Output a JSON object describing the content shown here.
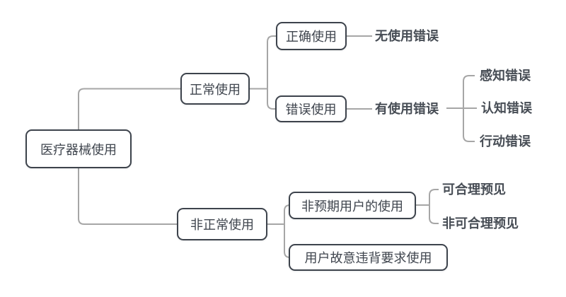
{
  "diagram": {
    "type": "mindmap-tree",
    "colors": {
      "box_border": "#3d434c",
      "box_fill": "#ffffff",
      "text": "#3f454e",
      "line": "#a6a6a6",
      "background": "#ffffff"
    },
    "tree": {
      "label": "医疗器械使用",
      "children": [
        {
          "label": "正常使用",
          "children": [
            {
              "label": "正确使用",
              "children": [
                {
                  "label": "无使用错误",
                  "children": []
                }
              ]
            },
            {
              "label": "错误使用",
              "children": [
                {
                  "label": "有使用错误",
                  "children": [
                    {
                      "label": "感知错误",
                      "children": []
                    },
                    {
                      "label": "认知错误",
                      "children": []
                    },
                    {
                      "label": "行动错误",
                      "children": []
                    }
                  ]
                }
              ]
            }
          ]
        },
        {
          "label": "非正常使用",
          "children": [
            {
              "label": "非预期用户的使用",
              "children": [
                {
                  "label": "可合理预见",
                  "children": []
                },
                {
                  "label": "非可合理预见",
                  "children": []
                }
              ]
            },
            {
              "label": "用户故意违背要求使用",
              "children": []
            }
          ]
        }
      ]
    }
  }
}
